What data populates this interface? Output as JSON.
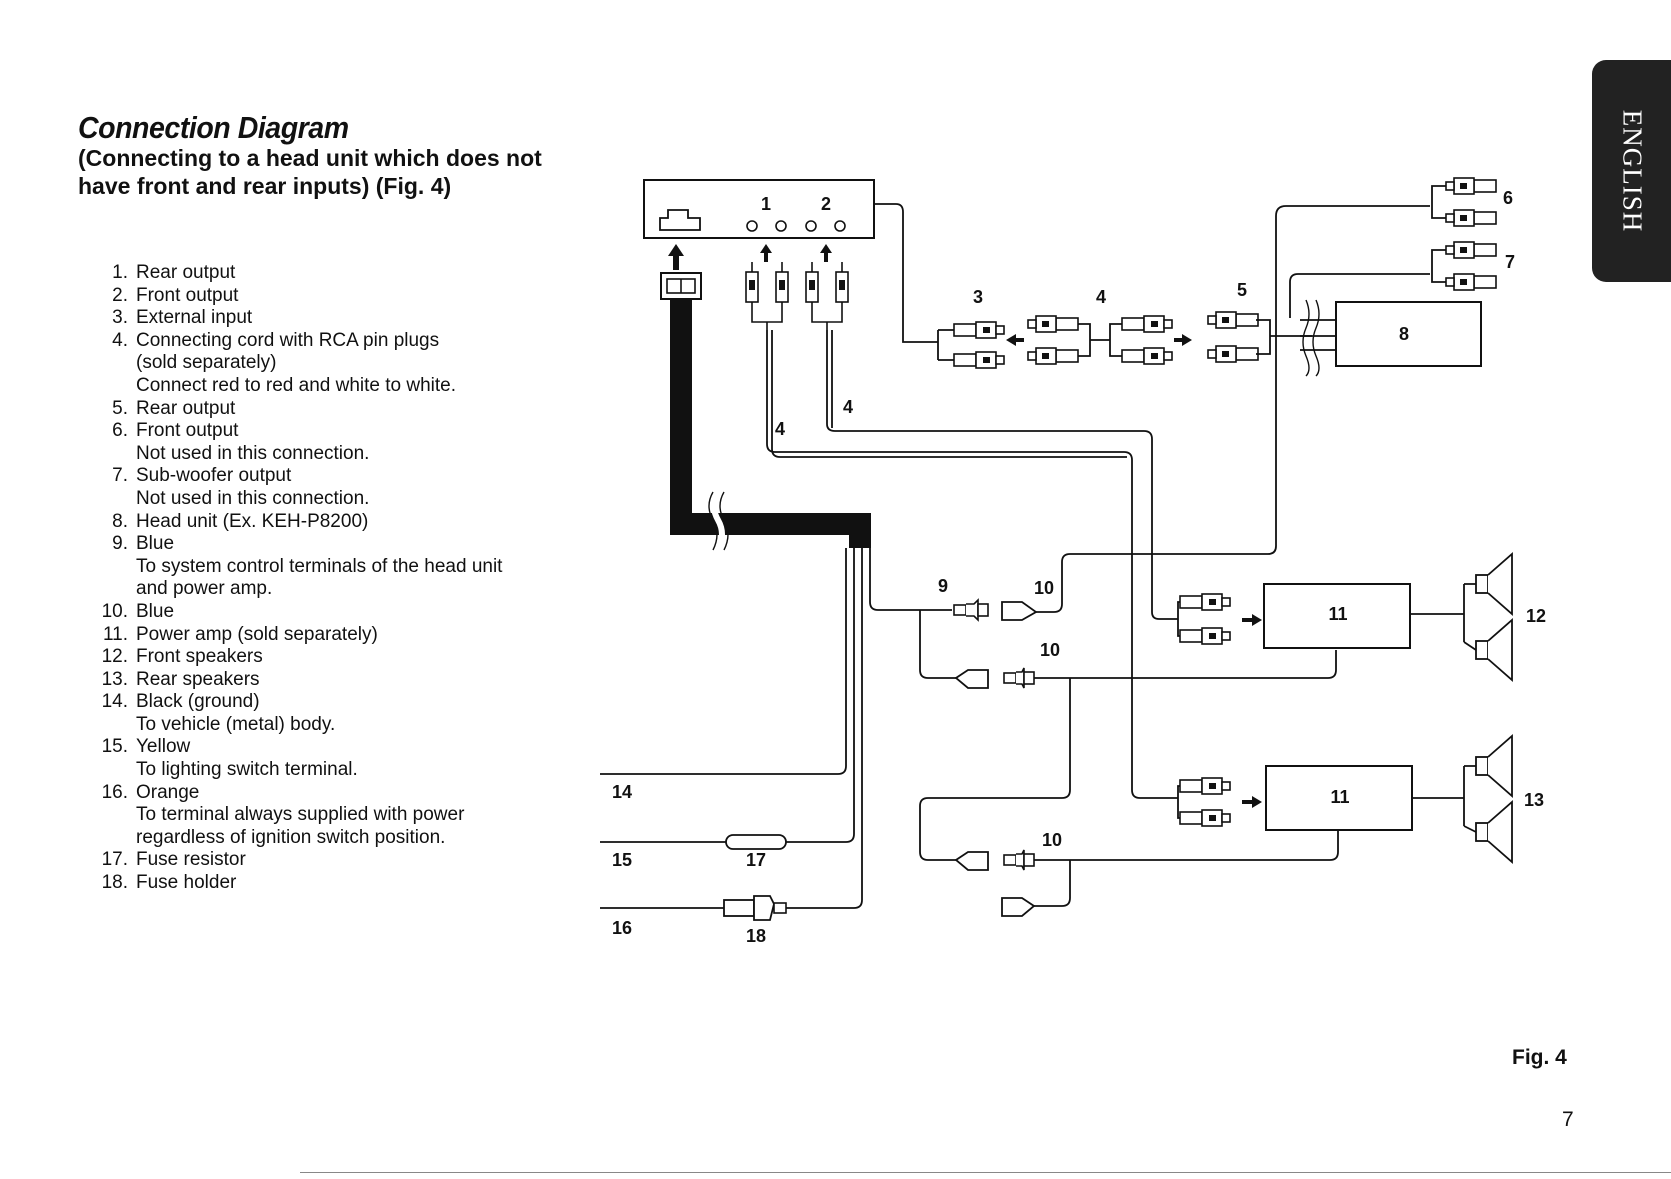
{
  "header": {
    "title": "Connection Diagram",
    "subtitle": "(Connecting to a head unit which does not have front and rear inputs) (Fig. 4)"
  },
  "side_tab": {
    "label": "ENGLISH"
  },
  "legend": [
    {
      "num": "1.",
      "text": "Rear output",
      "sub": []
    },
    {
      "num": "2.",
      "text": "Front output",
      "sub": []
    },
    {
      "num": "3.",
      "text": "External input",
      "sub": []
    },
    {
      "num": "4.",
      "text": "Connecting cord with RCA pin plugs",
      "sub": [
        "(sold separately)",
        "Connect red to red and white to white."
      ]
    },
    {
      "num": "5.",
      "text": "Rear output",
      "sub": []
    },
    {
      "num": "6.",
      "text": "Front output",
      "sub": [
        "Not used in this connection."
      ]
    },
    {
      "num": "7.",
      "text": "Sub-woofer output",
      "sub": [
        "Not used in this connection."
      ]
    },
    {
      "num": "8.",
      "text": "Head unit (Ex. KEH-P8200)",
      "sub": []
    },
    {
      "num": "9.",
      "text": "Blue",
      "sub": [
        "To system control terminals of the head unit",
        "and power amp."
      ]
    },
    {
      "num": "10.",
      "text": "Blue",
      "sub": []
    },
    {
      "num": "11.",
      "text": "Power amp (sold separately)",
      "sub": []
    },
    {
      "num": "12.",
      "text": "Front speakers",
      "sub": []
    },
    {
      "num": "13.",
      "text": "Rear speakers",
      "sub": []
    },
    {
      "num": "14.",
      "text": "Black (ground)",
      "sub": [
        "To vehicle (metal) body."
      ]
    },
    {
      "num": "15.",
      "text": "Yellow",
      "sub": [
        "To lighting switch terminal."
      ]
    },
    {
      "num": "16.",
      "text": "Orange",
      "sub": [
        "To terminal always supplied with power",
        "regardless of ignition switch position."
      ]
    },
    {
      "num": "17.",
      "text": "Fuse resistor",
      "sub": []
    },
    {
      "num": "18.",
      "text": "Fuse holder",
      "sub": []
    }
  ],
  "diagram": {
    "callouts": {
      "c1": "1",
      "c2": "2",
      "c3": "3",
      "c4a": "4",
      "c4b": "4",
      "c4c": "4",
      "c5": "5",
      "c6": "6",
      "c7": "7",
      "c8": "8",
      "c9": "9",
      "c10a": "10",
      "c10b": "10",
      "c10c": "10",
      "c11a": "11",
      "c11b": "11",
      "c12": "12",
      "c13": "13",
      "c14": "14",
      "c15": "15",
      "c16": "16",
      "c17": "17",
      "c18": "18"
    }
  },
  "footer": {
    "figure_label": "Fig. 4",
    "page_number": "7"
  }
}
